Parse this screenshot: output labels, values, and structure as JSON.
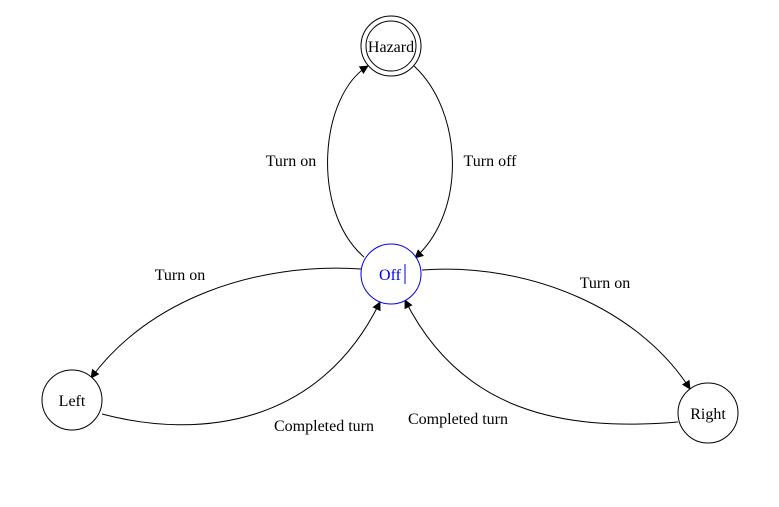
{
  "diagram": {
    "states": {
      "hazard": {
        "label": "Hazard",
        "accepting": true
      },
      "off": {
        "label": "Off",
        "selected": true
      },
      "left": {
        "label": "Left"
      },
      "right": {
        "label": "Right"
      }
    },
    "transitions": {
      "off_to_hazard": {
        "from": "Off",
        "to": "Hazard",
        "label": "Turn on"
      },
      "hazard_to_off": {
        "from": "Hazard",
        "to": "Off",
        "label": "Turn off"
      },
      "off_to_left": {
        "from": "Off",
        "to": "Left",
        "label": "Turn on"
      },
      "left_to_off": {
        "from": "Left",
        "to": "Off",
        "label": "Completed turn"
      },
      "off_to_right": {
        "from": "Off",
        "to": "Right",
        "label": "Turn on"
      },
      "right_to_off": {
        "from": "Right",
        "to": "Off",
        "label": "Completed turn"
      }
    }
  },
  "colors": {
    "stroke": "#000000",
    "selected": "#0000ee",
    "background": "#ffffff"
  }
}
